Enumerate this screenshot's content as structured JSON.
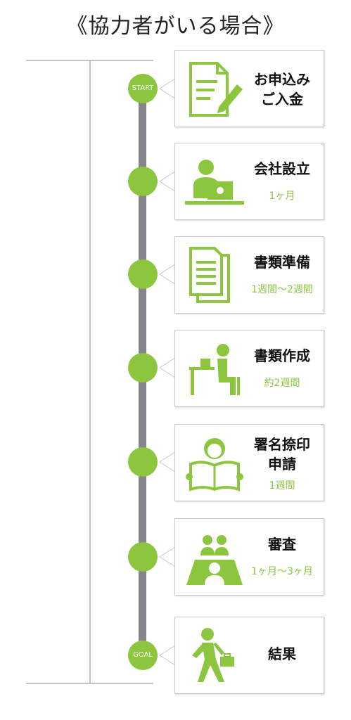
{
  "title": "《協力者がいる場合》",
  "nodes": {
    "start": "START",
    "goal": "GOAL"
  },
  "colors": {
    "accent": "#8cc63f",
    "timeline": "#86848c"
  },
  "steps": [
    {
      "label": "お申込み\nご入金",
      "duration": "",
      "icon": "document-pen-icon"
    },
    {
      "label": "会社設立",
      "duration": "1ヶ月",
      "icon": "person-laptop-icon"
    },
    {
      "label": "書類準備",
      "duration": "1週間〜2週間",
      "icon": "documents-icon"
    },
    {
      "label": "書類作成",
      "duration": "約2週間",
      "icon": "person-desk-icon"
    },
    {
      "label": "署名捺印\n申請",
      "duration": "1週間",
      "icon": "person-reading-icon"
    },
    {
      "label": "審査",
      "duration": "1ヶ月〜3ヶ月",
      "icon": "interview-icon"
    },
    {
      "label": "結果",
      "duration": "",
      "icon": "businessman-walking-icon"
    }
  ]
}
